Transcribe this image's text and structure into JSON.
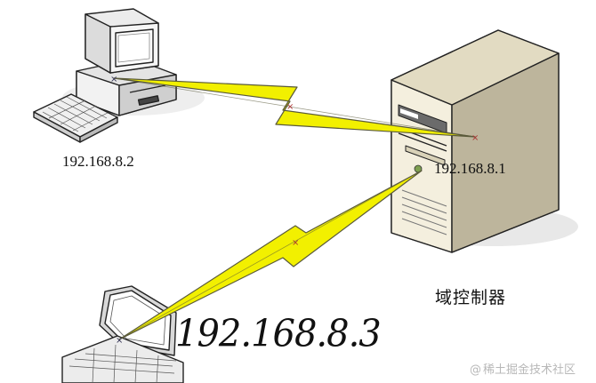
{
  "nodes": {
    "desktop": {
      "ip": "192.168.8.2"
    },
    "server": {
      "ip": "192.168.8.1",
      "role": "域控制器"
    },
    "laptop": {
      "ip": "192.168.8.3"
    }
  },
  "watermark": {
    "symbol": "@",
    "text": "稀土掘金技术社区"
  },
  "colors": {
    "link": "#f2f000",
    "link_outline": "#5a5a3a",
    "server_body": "#ece6d2",
    "server_shade": "#bdb59c",
    "device_body": "#e9e9e9",
    "device_outline": "#222222",
    "screen": "#ffffff"
  },
  "icons": [
    "desktop-computer-icon",
    "server-tower-icon",
    "laptop-icon",
    "lightning-link-icon"
  ]
}
